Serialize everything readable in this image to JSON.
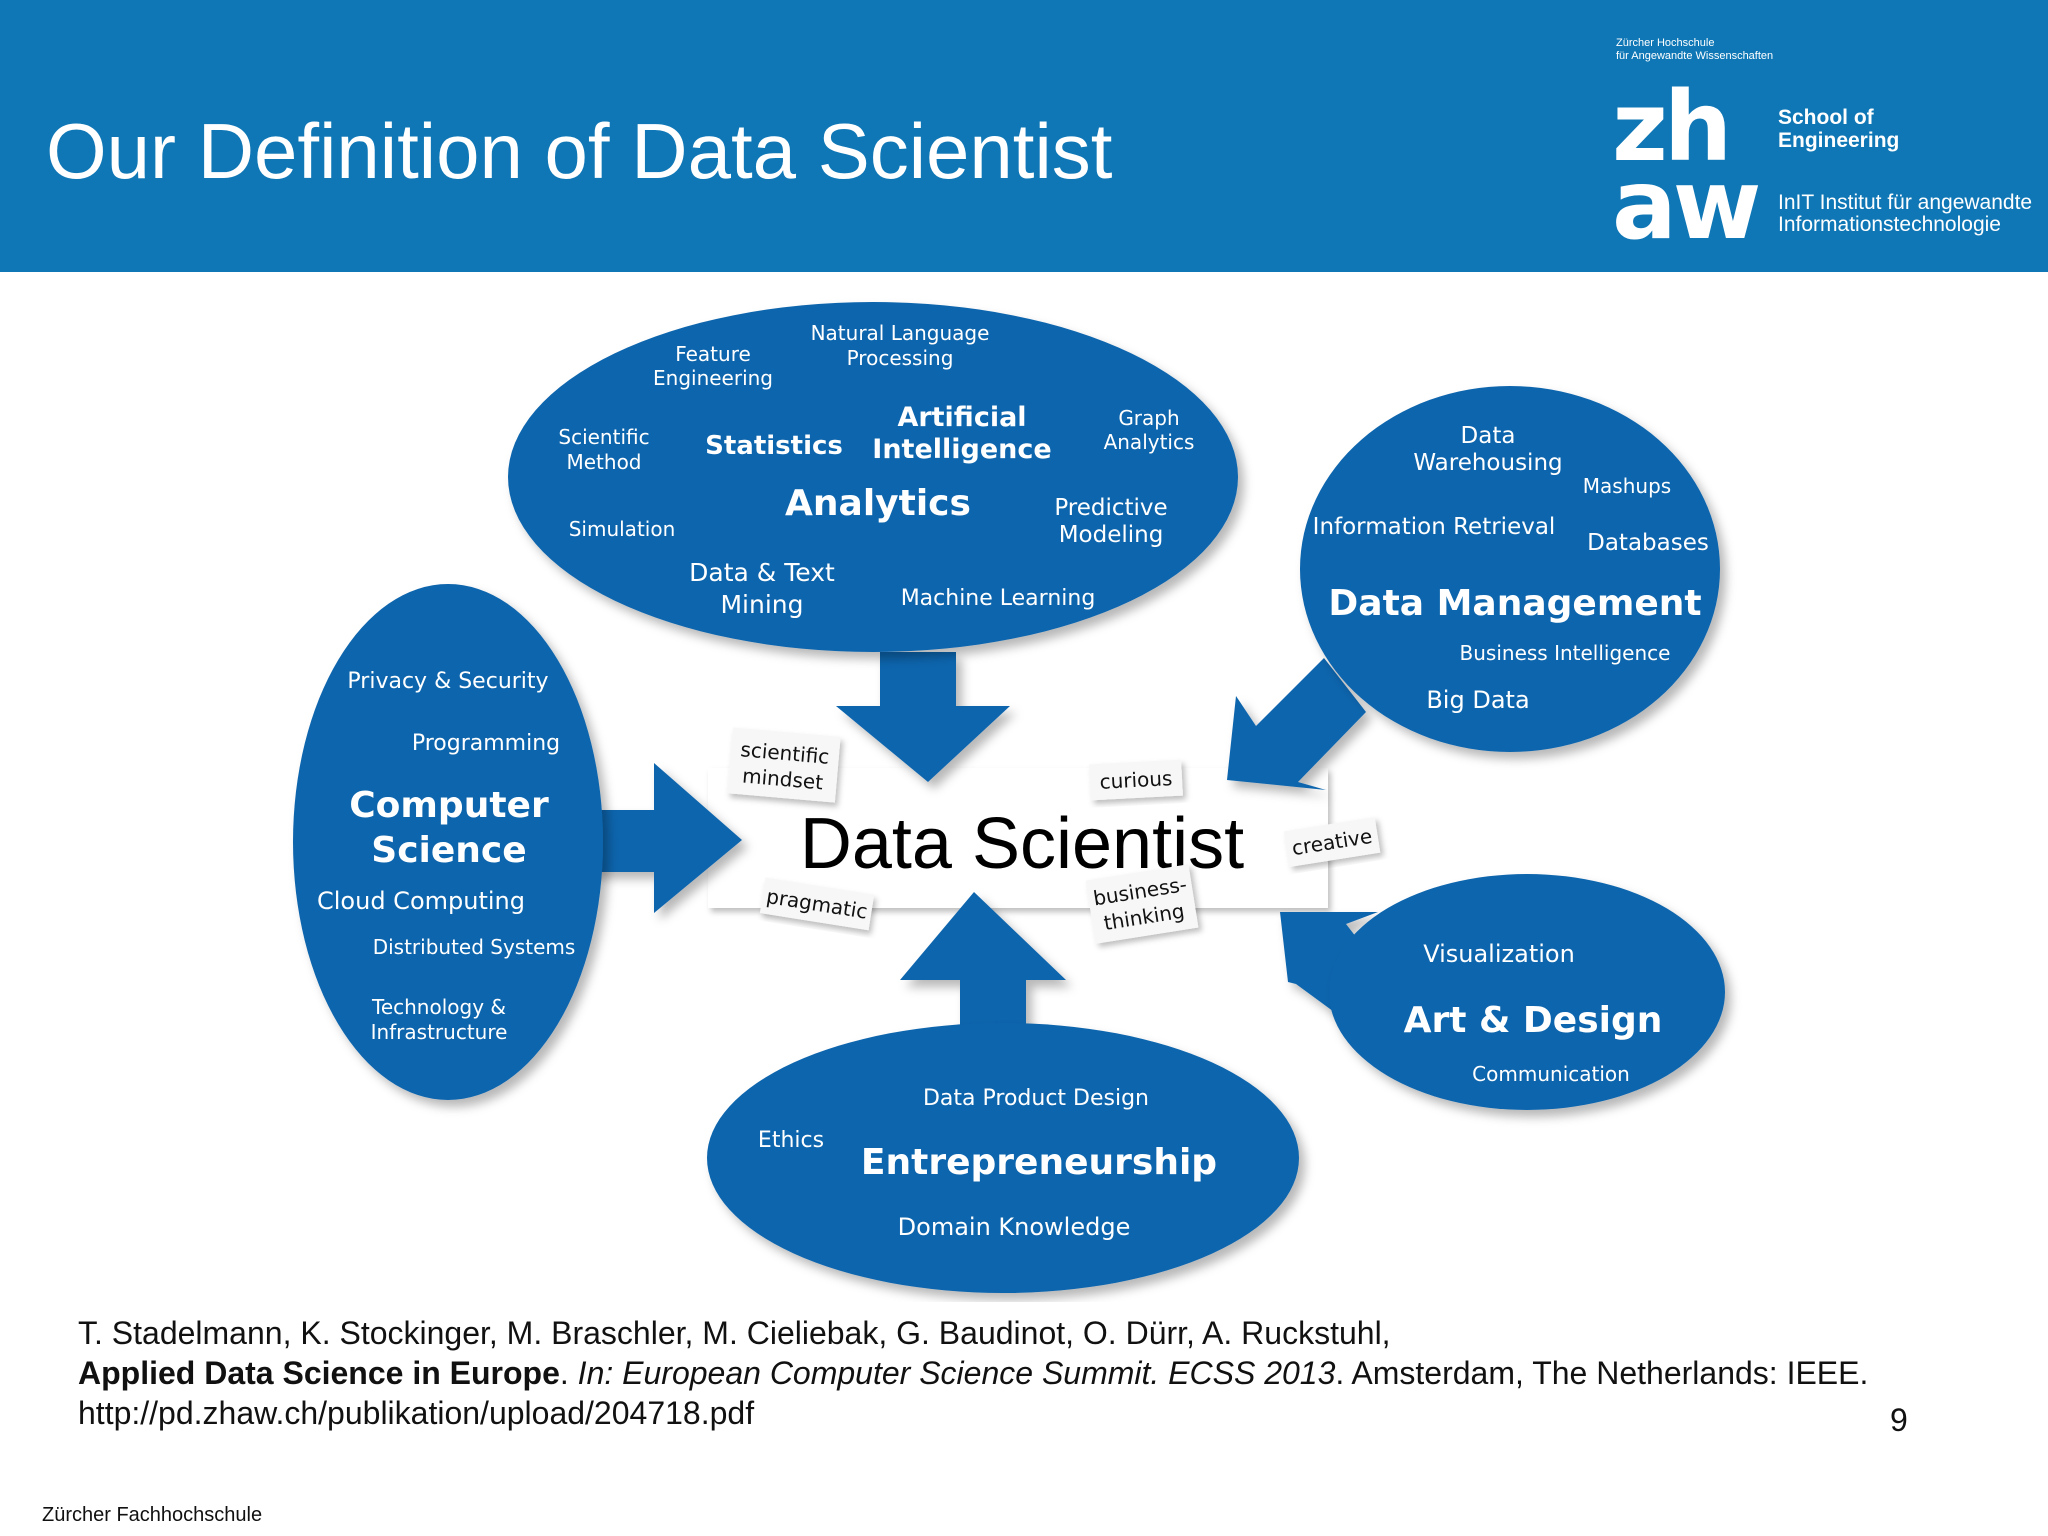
{
  "slide": {
    "title": "Our Definition of Data Scientist",
    "page_number": "9",
    "footer": "Zürcher Fachhochschule"
  },
  "logo": {
    "line1": "Zürcher Hochschule",
    "line2": "für Angewandte Wissenschaften",
    "mark_top": "zh",
    "mark_bottom": "aw",
    "school_line1": "School of",
    "school_line2": "Engineering",
    "institute_line1": "InIT Institut für angewandte",
    "institute_line2": "Informationstechnologie"
  },
  "diagram": {
    "center": "Data Scientist",
    "traits": {
      "scientific1": "scientific",
      "scientific2": "mindset",
      "curious": "curious",
      "creative": "creative",
      "pragmatic": "pragmatic",
      "business1": "business-",
      "business2": "thinking"
    },
    "analytics": {
      "heading": "Analytics",
      "nlp1": "Natural Language",
      "nlp2": "Processing",
      "fe1": "Feature",
      "fe2": "Engineering",
      "ai1": "Artificial",
      "ai2": "Intelligence",
      "graph1": "Graph",
      "graph2": "Analytics",
      "sci1": "Scientific",
      "sci2": "Method",
      "statistics": "Statistics",
      "pred1": "Predictive",
      "pred2": "Modeling",
      "simulation": "Simulation",
      "dtm1": "Data & Text",
      "dtm2": "Mining",
      "ml": "Machine Learning"
    },
    "data_management": {
      "heading": "Data Management",
      "dw1": "Data",
      "dw2": "Warehousing",
      "mashups": "Mashups",
      "ir": "Information Retrieval",
      "databases": "Databases",
      "bi": "Business Intelligence",
      "bigdata": "Big Data"
    },
    "computer_science": {
      "heading1": "Computer",
      "heading2": "Science",
      "privacy": "Privacy & Security",
      "programming": "Programming",
      "cloud": "Cloud Computing",
      "distributed": "Distributed Systems",
      "tech1": "Technology &",
      "tech2": "Infrastructure"
    },
    "art_design": {
      "heading": "Art & Design",
      "visualization": "Visualization",
      "communication": "Communication"
    },
    "entrepreneurship": {
      "heading": "Entrepreneurship",
      "dpd": "Data Product Design",
      "ethics": "Ethics",
      "domain": "Domain Knowledge"
    }
  },
  "citation": {
    "authors": "T. Stadelmann, K. Stockinger, M. Braschler, M. Cieliebak, G. Baudinot, O. Dürr, A. Ruckstuhl,",
    "paper": "Applied Data Science in Europe",
    "sep1": ". ",
    "venue": "In: European Computer Science Summit. ECSS 2013",
    "rest": ". Amsterdam, The Netherlands: IEEE.",
    "url": "http://pd.zhaw.ch/publikation/upload/204718.pdf"
  },
  "colors": {
    "brand_blue": "#0f77b6",
    "ellipse_blue": "#0f65ad",
    "text_dark": "#111111"
  }
}
